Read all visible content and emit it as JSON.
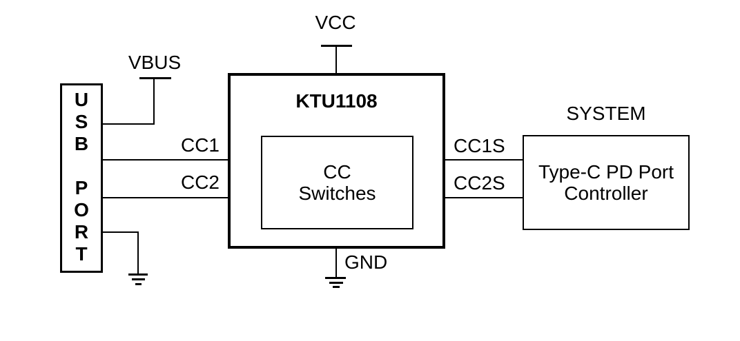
{
  "colors": {
    "background": "#ffffff",
    "line": "#000000",
    "text": "#000000"
  },
  "blocks": {
    "usb_port": {
      "letters": [
        "U",
        "S",
        "B",
        "",
        "P",
        "O",
        "R",
        "T"
      ]
    },
    "ktu1108": {
      "title": "KTU1108",
      "inner_block": {
        "line1": "CC",
        "line2": "Switches"
      }
    },
    "system": {
      "caption": "SYSTEM",
      "line1": "Type-C PD Port",
      "line2": "Controller"
    }
  },
  "pins": {
    "vcc": "VCC",
    "vbus": "VBUS",
    "gnd": "GND",
    "cc1": "CC1",
    "cc2": "CC2",
    "cc1s": "CC1S",
    "cc2s": "CC2S"
  }
}
